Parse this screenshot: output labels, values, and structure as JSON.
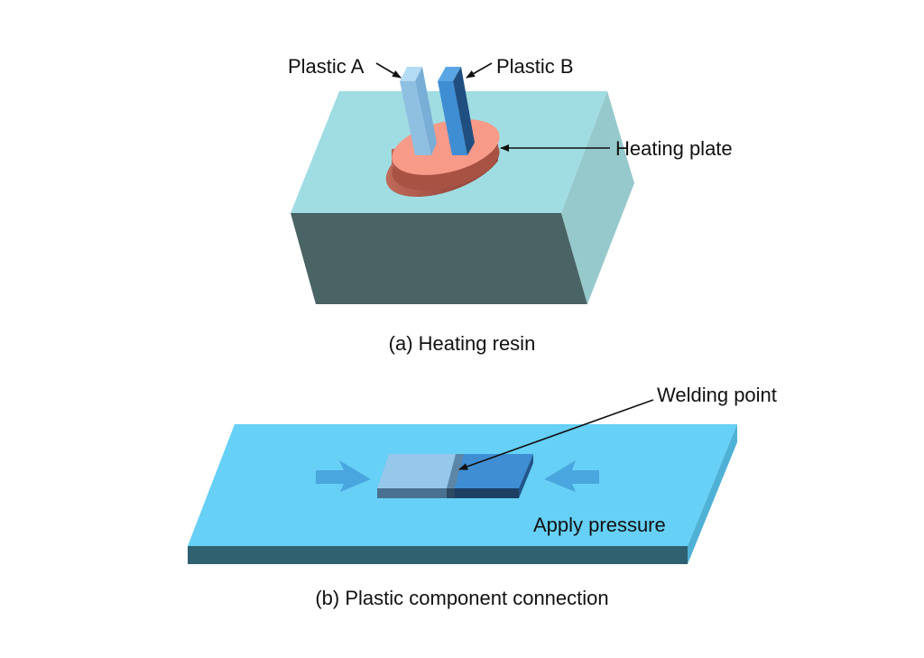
{
  "panel_a": {
    "caption": "(a) Heating resin",
    "labels": {
      "plastic_a": "Plastic A",
      "plastic_b": "Plastic B",
      "heating_plate": "Heating plate"
    }
  },
  "panel_b": {
    "caption": "(b) Plastic component connection",
    "labels": {
      "welding_point": "Welding point",
      "apply_pressure": "Apply pressure"
    }
  },
  "colors": {
    "block_top": "#a0dde2",
    "block_front": "#4a6365",
    "block_side": "#96c9cc",
    "heating_plate_top": "#f79a88",
    "heating_plate_edge": "#b0584a",
    "plastic_a": "#96c8ec",
    "plastic_b": "#3f8ed4",
    "base_top": "#66d0f6",
    "base_front": "#2f6170",
    "base_side": "#4fb1d6",
    "arrow": "#4aa6de"
  }
}
